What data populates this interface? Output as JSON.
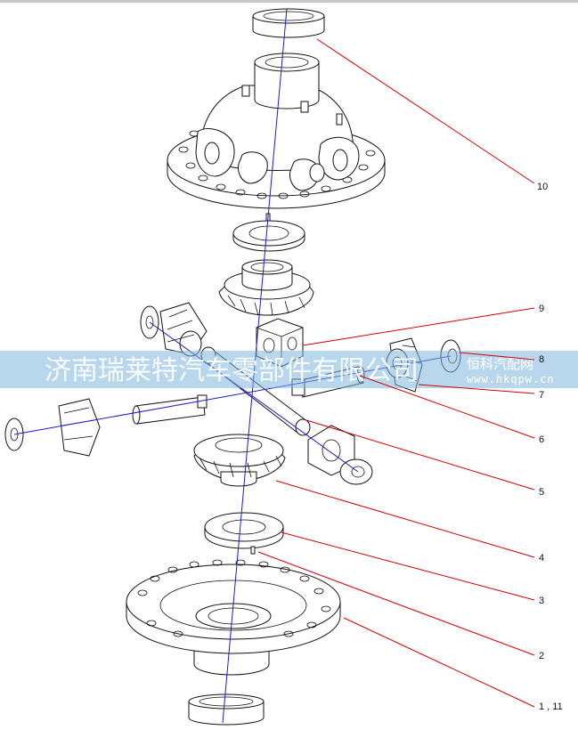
{
  "diagram": {
    "callouts": [
      {
        "id": "c10",
        "label": "10"
      },
      {
        "id": "c9",
        "label": "9"
      },
      {
        "id": "c8",
        "label": "8"
      },
      {
        "id": "c7",
        "label": "7"
      },
      {
        "id": "c6",
        "label": "6"
      },
      {
        "id": "c5",
        "label": "5"
      },
      {
        "id": "c4",
        "label": "4"
      },
      {
        "id": "c3",
        "label": "3"
      },
      {
        "id": "c2",
        "label": "2"
      },
      {
        "id": "c1",
        "label": "1 , 11"
      }
    ]
  },
  "watermark": {
    "company": "济南瑞莱特汽车零部件有限公司",
    "brand": "恒科汽配网",
    "url": "www.hkqpw.cn"
  },
  "colors": {
    "leader_line": "#d40000",
    "axis_line": "#1a1ad6",
    "watermark_band": "#7fb7dc"
  }
}
